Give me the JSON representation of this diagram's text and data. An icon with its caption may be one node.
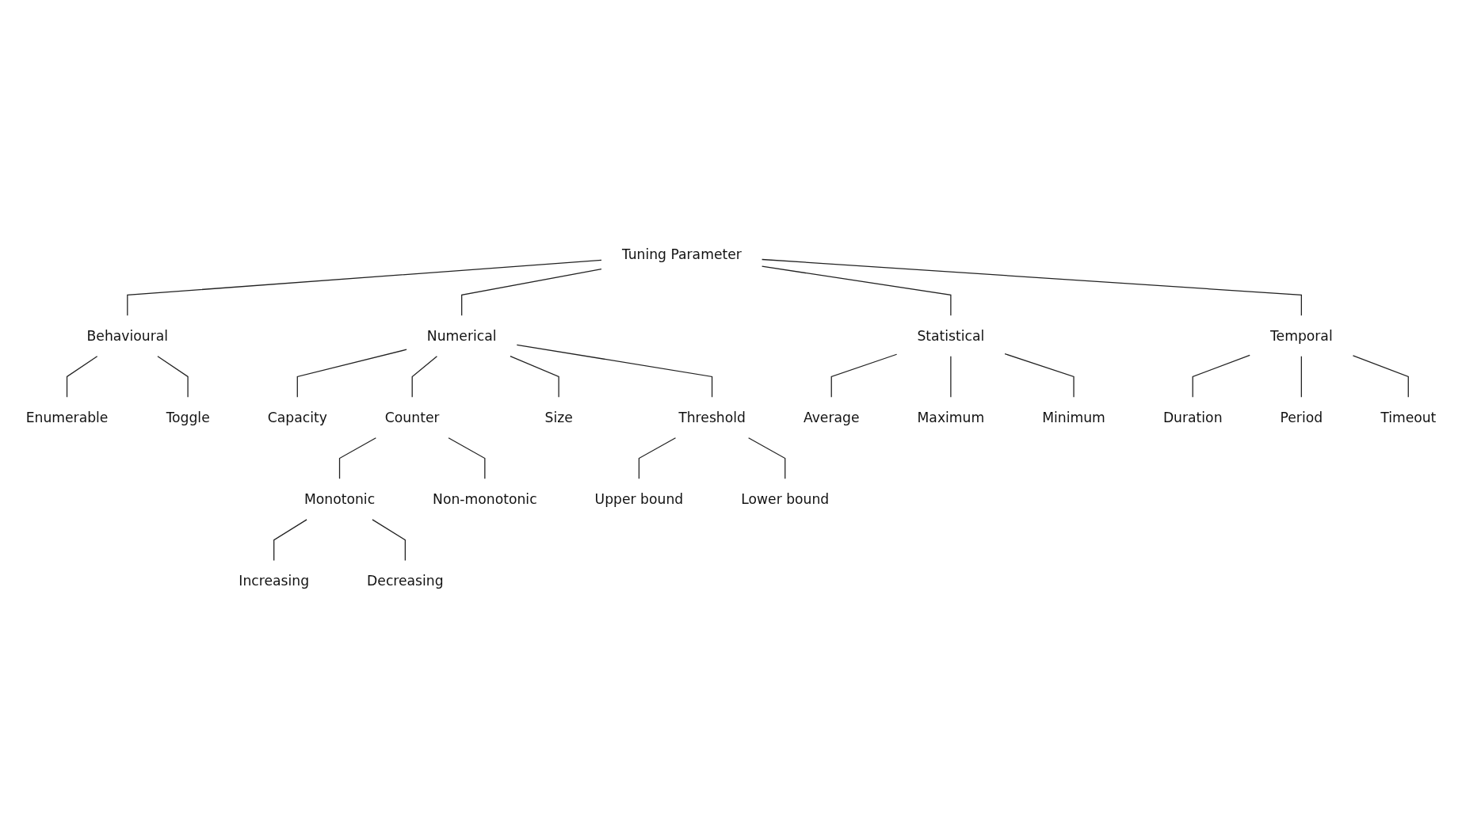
{
  "diagram": {
    "nodes": [
      {
        "text": [
          "Tuning Parameter"
        ]
      },
      {
        "text": [
          "Behavioural"
        ]
      },
      {
        "text": [
          "Numerical"
        ]
      },
      {
        "text": [
          "Statistical"
        ]
      },
      {
        "text": [
          "Temporal"
        ]
      },
      {
        "text": [
          "Enumerable"
        ]
      },
      {
        "text": [
          "Toggle"
        ]
      },
      {
        "text": [
          "Capacity"
        ]
      },
      {
        "text": [
          "Counter"
        ]
      },
      {
        "text": [
          "Size"
        ]
      },
      {
        "text": [
          "Threshold"
        ]
      },
      {
        "text": [
          "Average"
        ]
      },
      {
        "text": [
          "Maximum"
        ]
      },
      {
        "text": [
          "Minimum"
        ]
      },
      {
        "text": [
          "Duration"
        ]
      },
      {
        "text": [
          "Period"
        ]
      },
      {
        "text": [
          "Timeout"
        ]
      },
      {
        "text": [
          "Monotonic"
        ]
      },
      {
        "text": [
          "Non-monotonic"
        ]
      },
      {
        "text": [
          "Upper bound"
        ]
      },
      {
        "text": [
          "Lower bound"
        ]
      },
      {
        "text": [
          "Increasing"
        ]
      },
      {
        "text": [
          "Decreasing"
        ]
      }
    ],
    "edges": [
      {
        "from": 0,
        "to": 1,
        "arrow": "none"
      },
      {
        "from": 0,
        "to": 2,
        "arrow": "none"
      },
      {
        "from": 0,
        "to": 3,
        "arrow": "none"
      },
      {
        "from": 0,
        "to": 4,
        "arrow": "none"
      },
      {
        "from": 1,
        "to": 5,
        "arrow": "none"
      },
      {
        "from": 1,
        "to": 6,
        "arrow": "none"
      },
      {
        "from": 2,
        "to": 7,
        "arrow": "none"
      },
      {
        "from": 2,
        "to": 8,
        "arrow": "none"
      },
      {
        "from": 2,
        "to": 9,
        "arrow": "none"
      },
      {
        "from": 2,
        "to": 10,
        "arrow": "none"
      },
      {
        "from": 3,
        "to": 11,
        "arrow": "none"
      },
      {
        "from": 3,
        "to": 12,
        "arrow": "none"
      },
      {
        "from": 3,
        "to": 13,
        "arrow": "none"
      },
      {
        "from": 4,
        "to": 14,
        "arrow": "none"
      },
      {
        "from": 4,
        "to": 15,
        "arrow": "none"
      },
      {
        "from": 4,
        "to": 16,
        "arrow": "none"
      },
      {
        "from": 8,
        "to": 17,
        "arrow": "none"
      },
      {
        "from": 8,
        "to": 18,
        "arrow": "none"
      },
      {
        "from": 10,
        "to": 19,
        "arrow": "none"
      },
      {
        "from": 10,
        "to": 20,
        "arrow": "none"
      },
      {
        "from": 17,
        "to": 21,
        "arrow": "none"
      },
      {
        "from": 17,
        "to": 22,
        "arrow": "none"
      }
    ]
  }
}
